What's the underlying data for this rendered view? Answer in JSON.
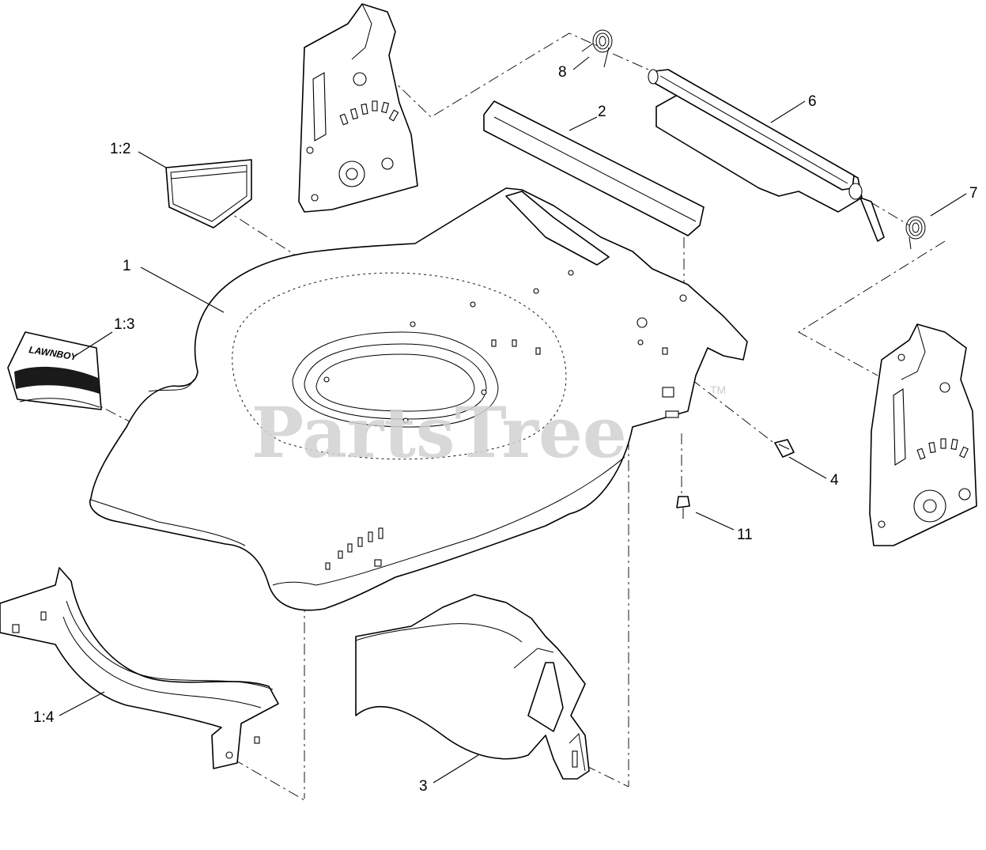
{
  "watermark": {
    "text": "PartsTree",
    "trademark": "TM"
  },
  "decal_text": {
    "brand": "LAWNBOY"
  },
  "callouts": {
    "c1": "1",
    "c1_2": "1:2",
    "c1_3": "1:3",
    "c1_4": "1:4",
    "c2": "2",
    "c3": "3",
    "c4": "4",
    "c6": "6",
    "c7": "7",
    "c8": "8",
    "c11": "11"
  }
}
